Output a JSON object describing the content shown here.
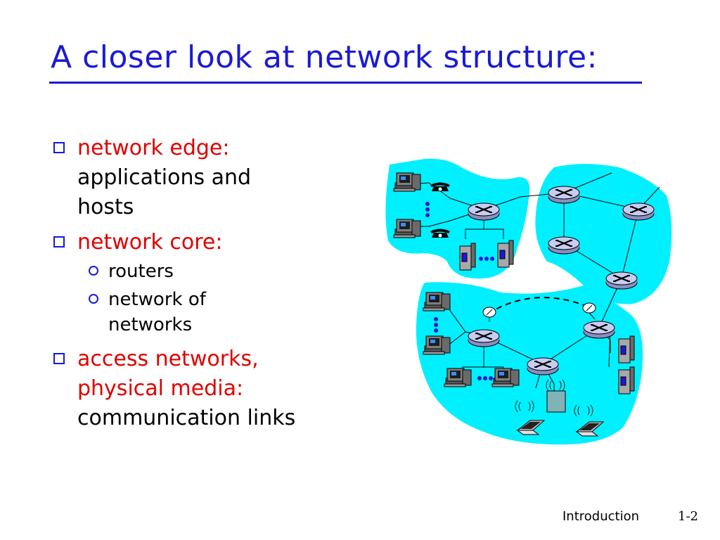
{
  "slide": {
    "title": "A closer look at network structure:",
    "bullets": [
      {
        "heading": "network edge:",
        "lines": [
          "applications and",
          "hosts"
        ]
      },
      {
        "heading": "network core:",
        "subitems": [
          {
            "lines": [
              "routers"
            ]
          },
          {
            "lines": [
              "network of",
              "networks"
            ]
          }
        ]
      },
      {
        "heading_lines": [
          "access networks,",
          "physical media:"
        ],
        "lines": [
          "communication links"
        ]
      }
    ],
    "footer": {
      "section": "Introduction",
      "page": "1-2"
    }
  },
  "colors": {
    "title": "#1a1ad6",
    "heading": "#e00000",
    "cloud": "#00f0ff",
    "router": "#c8ccf0"
  }
}
